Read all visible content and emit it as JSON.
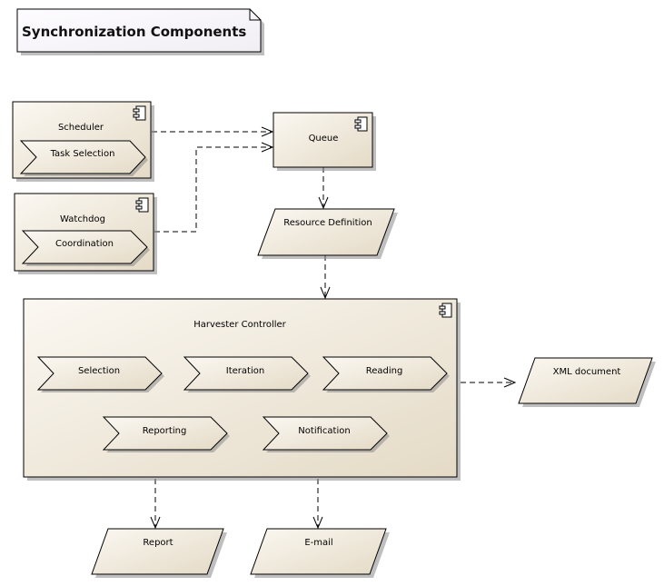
{
  "title": "Synchronization Components",
  "components": {
    "scheduler": {
      "label": "Scheduler",
      "part": "Task Selection"
    },
    "watchdog": {
      "label": "Watchdog",
      "part": "Coordination"
    },
    "queue": {
      "label": "Queue"
    },
    "harvester": {
      "label": "Harvester Controller",
      "parts": [
        "Selection",
        "Iteration",
        "Reading",
        "Reporting",
        "Notification"
      ]
    }
  },
  "artifacts": {
    "resource_definition": "Resource Definition",
    "xml_document": "XML document",
    "report": "Report",
    "email": "E-mail"
  },
  "colors": {
    "fill_light": "#fbf8f2",
    "fill_dark": "#e4dac6",
    "note_fill": "#f8f6fa",
    "stroke": "#000000"
  }
}
